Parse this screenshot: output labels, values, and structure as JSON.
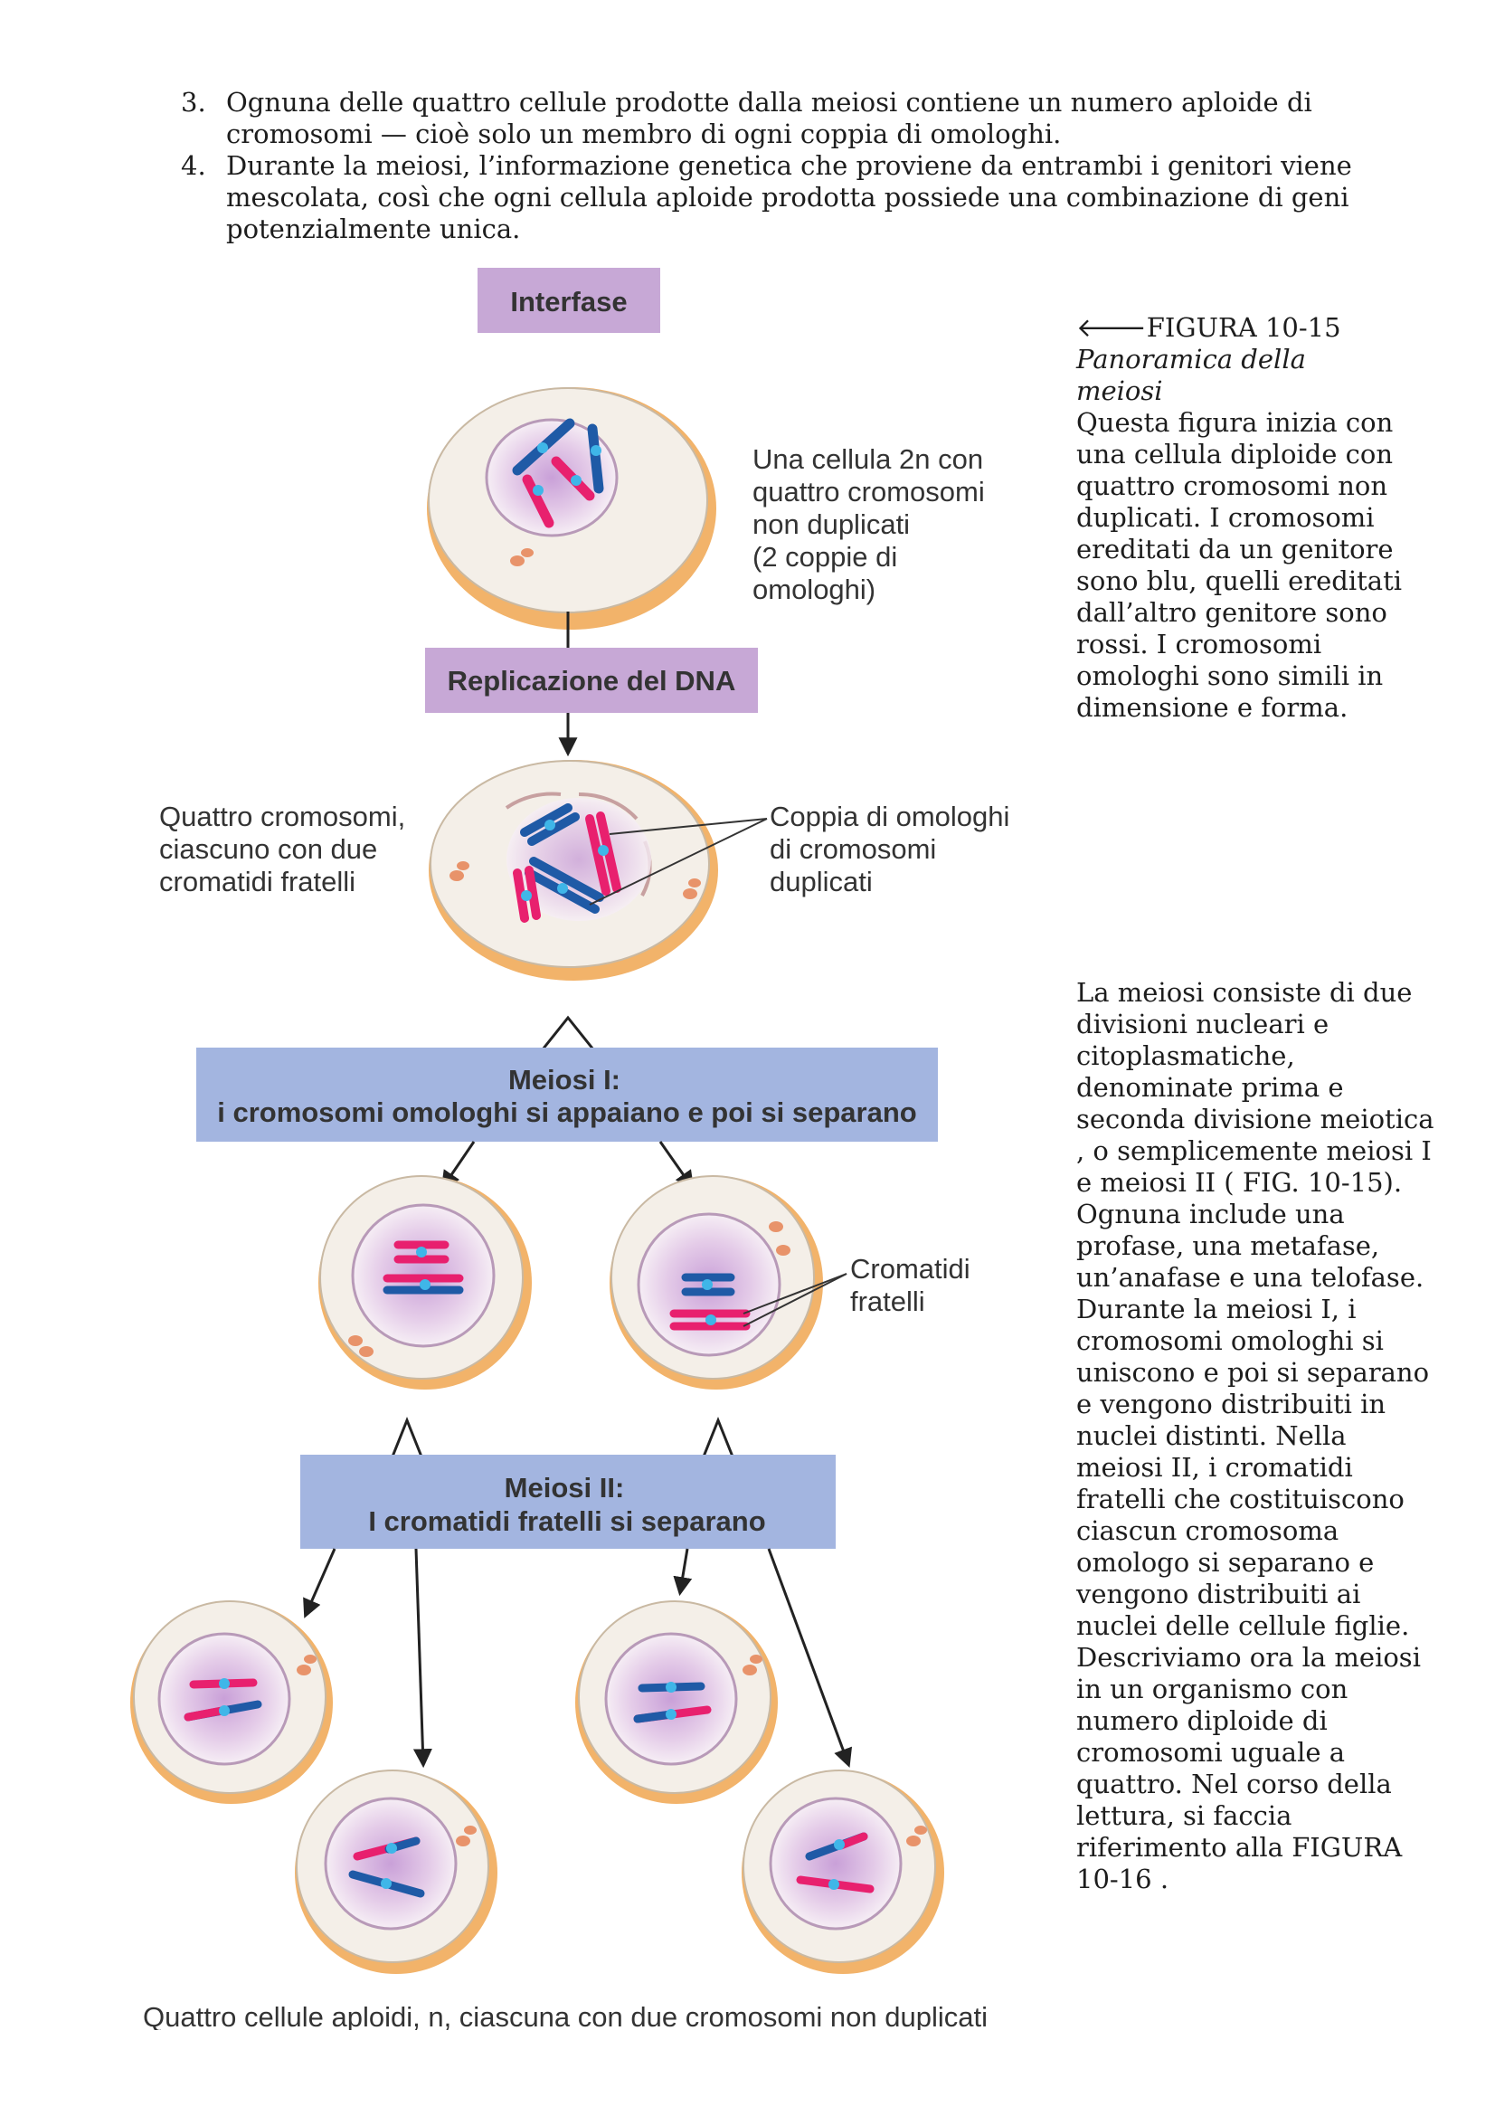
{
  "list_items": [
    {
      "num": "3.",
      "text": "Ognuna delle quattro cellule prodotte dalla meiosi contiene un numero aploide di cromosomi — cioè solo un membro di ogni coppia di omologhi."
    },
    {
      "num": "4.",
      "text": "Durante la meiosi, l’informazione genetica che proviene da entrambi i genitori viene mescolata, così che ogni cellula aploide prodotta possiede una combinazione di geni potenzialmente unica."
    }
  ],
  "figure": {
    "interfase": "Interfase",
    "cell_2n_lines": [
      "Una cellula 2n con",
      "quattro cromosomi",
      "non duplicati",
      "(2 coppie di",
      "omologhi)"
    ],
    "replicazione": "Replicazione del DNA",
    "quattro_lines": [
      "Quattro cromosomi,",
      "ciascuno con due",
      "cromatidi fratelli"
    ],
    "coppia_lines": [
      "Coppia di omologhi",
      "di cromosomi",
      "duplicati"
    ],
    "meiosi1_title": "Meiosi I:",
    "meiosi1_sub": "i cromosomi omologhi si appaiano e poi si separano",
    "cromatidi_lines": [
      "Cromatidi",
      "fratelli"
    ],
    "meiosi2_title": "Meiosi II:",
    "meiosi2_sub": "I cromatidi fratelli si separano",
    "bottom": "Quattro cellule aploidi, n, ciascuna con due cromosomi non duplicati",
    "colors": {
      "label_purple": "#c7a8d6",
      "label_blue": "#a3b5e0",
      "chrom_blue": "#1f5aa6",
      "chrom_red": "#e8206e",
      "centromere": "#3fb6e8",
      "cell_rim": "#f2b36a"
    }
  },
  "caption": {
    "head": "🡐FIGURA 10-15",
    "title_lines": [
      "Panoramica della",
      "meiosi"
    ],
    "text": "Questa figura inizia con una cellula diploide con quattro cromosomi non duplicati. I cromosomi ereditati da un genitore sono blu, quelli ereditati dall’altro genitore sono rossi. I cromosomi omologhi sono simili in dimensione e forma."
  },
  "body_text": "La meiosi consiste di due divisioni nucleari e citoplasmatiche, denominate prima e seconda divisione meiotica , o semplicemente meiosi I e meiosi II ( FIG. 10-15). Ognuna include una profase, una metafase, un’anafase e una telofase. Durante la meiosi I, i cromosomi omologhi si uniscono e poi si separano e vengono distribuiti in nuclei distinti. Nella meiosi II, i cromatidi fratelli che costituiscono ciascun cromosoma omologo si separano e vengono distribuiti ai nuclei delle cellule figlie. Descriviamo ora la meiosi in un organismo con numero diploide di cromosomi uguale a quattro. Nel corso della lettura, si faccia riferimento alla FIGURA 10-16 ."
}
